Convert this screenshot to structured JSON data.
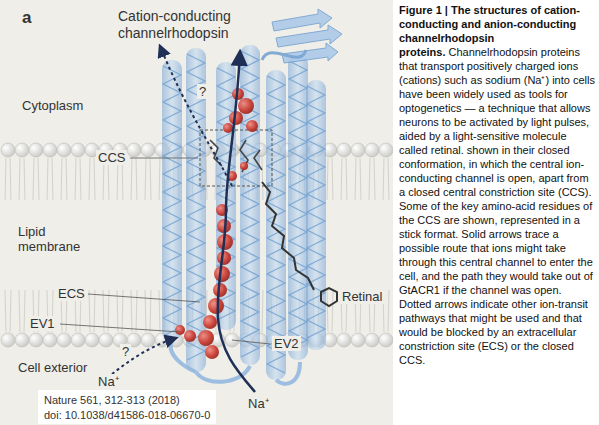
{
  "diagram": {
    "title": "Figure 1 | The structures of cation-conducting and anion-conducting channelrhodopsin proteins.",
    "caption": "Channelrhodopsin proteins that transport positively charged ions (cations) such as sodium (Na⁺) into cells have been widely used as tools for optogenetics — a technique that allows neurons to be activated by light pulses, aided by a light-sensitive molecule called retinal. shown in their closed conformation, in which the central ion-conducting channel is open, apart from a closed central constriction site (CCS). Some of the key amino-acid residues of the CCS are shown, represented in a stick format. Solid arrows trace a possible route that ions might take through this central channel to enter the cell, and the path they would take out of GtACR1 if the channel was open. Dotted arrows indicate other ion-transit pathways that might be used and that would be blocked by an extracellular constriction site (ECS) or the closed CCS.",
    "labels": [
      "a",
      "Cation-conducting channelrhodopsin",
      "Cytoplasm",
      "?",
      "CCS",
      "Lipid membrane",
      "Retinal",
      "ECS",
      "EV1",
      "EV2",
      "?",
      "Cell exterior",
      "Na⁺",
      "Na⁺",
      "Nature 561, 312-313 (2018)",
      "doi: 10.1038/d41586-018-06670-0"
    ]
  }
}
